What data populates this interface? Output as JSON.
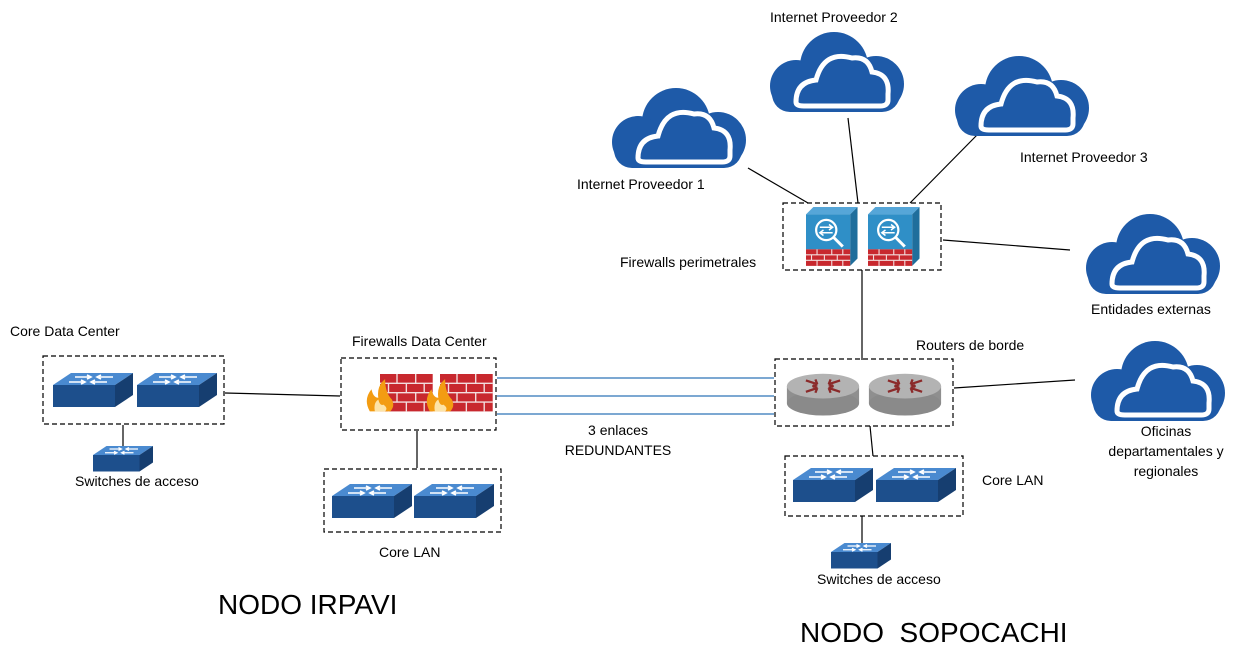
{
  "clouds": {
    "isp1": "Internet Proveedor 1",
    "isp2": "Internet Proveedor 2",
    "isp3": "Internet Proveedor 3",
    "external": "Entidades externas",
    "offices": [
      "Oficinas",
      "departamentales y",
      "regionales"
    ]
  },
  "irpavi": {
    "node_title": "NODO IRPAVI",
    "core_dc": "Core Data Center",
    "access_switches": "Switches de acceso",
    "firewalls_dc": "Firewalls Data Center",
    "core_lan": "Core LAN"
  },
  "sopocachi": {
    "node_title": "NODO  SOPOCACHI",
    "firewalls_perimeter": "Firewalls perimetrales",
    "border_routers": "Routers de borde",
    "core_lan": "Core LAN",
    "access_switches": "Switches de acceso"
  },
  "link_label": [
    "3 enlaces",
    "REDUNDANTES"
  ],
  "colors": {
    "cloud": "#1e5aa8",
    "switch_top": "#4a8ad0",
    "switch_front": "#1d4f8c",
    "router": "#a6a6a6",
    "router_arrows": "#8b2a2a",
    "brick": "#c8282e",
    "firewall_blue": "#2f8fc7",
    "flame": "#f39c12",
    "fiber": "#2e75b6"
  },
  "icons": [
    "cloud-icon",
    "switch-icon",
    "router-icon",
    "firewall-icon",
    "asa-firewall-icon"
  ]
}
